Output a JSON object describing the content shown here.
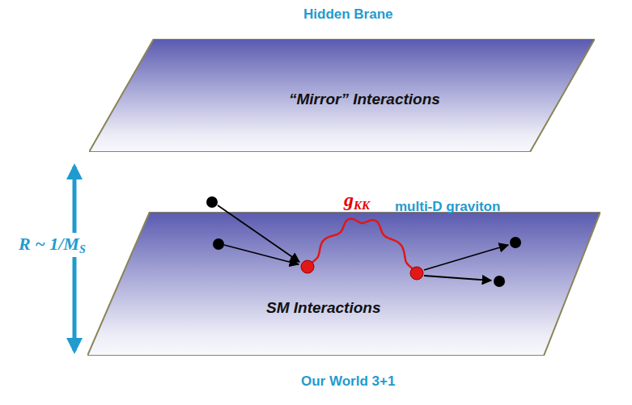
{
  "diagram": {
    "nodes": [
      {
        "text": [
          "Hidden Brane",
          "“Mirror” Interactions"
        ]
      },
      {
        "text": [
          "SM Interactions",
          "Our World 3+1"
        ]
      }
    ],
    "labels": [
      "R ~ 1/M",
      "S",
      "g",
      "KK",
      "multi-D graviton"
    ]
  }
}
